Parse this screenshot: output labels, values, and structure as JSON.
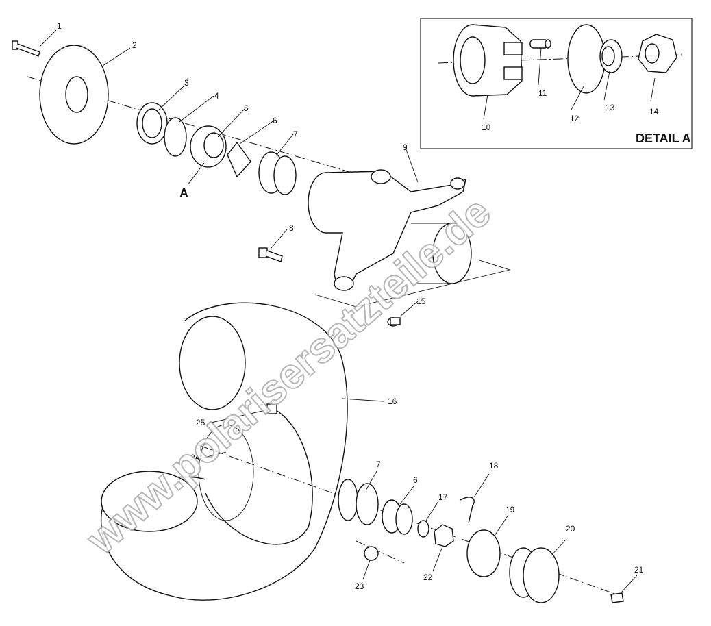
{
  "diagram": {
    "detail_label": "DETAIL A",
    "detail_ref": "A",
    "watermark": "www.polarisersatzteile.de",
    "callouts": [
      {
        "id": "c1",
        "text": "1"
      },
      {
        "id": "c2",
        "text": "2"
      },
      {
        "id": "c3",
        "text": "3"
      },
      {
        "id": "c4",
        "text": "4"
      },
      {
        "id": "c5",
        "text": "5"
      },
      {
        "id": "c6",
        "text": "6"
      },
      {
        "id": "c7",
        "text": "7"
      },
      {
        "id": "c8",
        "text": "8"
      },
      {
        "id": "c9",
        "text": "9"
      },
      {
        "id": "c10",
        "text": "10"
      },
      {
        "id": "c11",
        "text": "11"
      },
      {
        "id": "c12",
        "text": "12"
      },
      {
        "id": "c13",
        "text": "13"
      },
      {
        "id": "c14",
        "text": "14"
      },
      {
        "id": "c15",
        "text": "15"
      },
      {
        "id": "c16",
        "text": "16"
      },
      {
        "id": "c17",
        "text": "17"
      },
      {
        "id": "c18",
        "text": "18"
      },
      {
        "id": "c19",
        "text": "19"
      },
      {
        "id": "c20",
        "text": "20"
      },
      {
        "id": "c21",
        "text": "21"
      },
      {
        "id": "c22",
        "text": "22"
      },
      {
        "id": "c23",
        "text": "23"
      },
      {
        "id": "c24",
        "text": "24"
      },
      {
        "id": "c25",
        "text": "25"
      },
      {
        "id": "c6b",
        "text": "6"
      },
      {
        "id": "c7b",
        "text": "7"
      }
    ]
  }
}
